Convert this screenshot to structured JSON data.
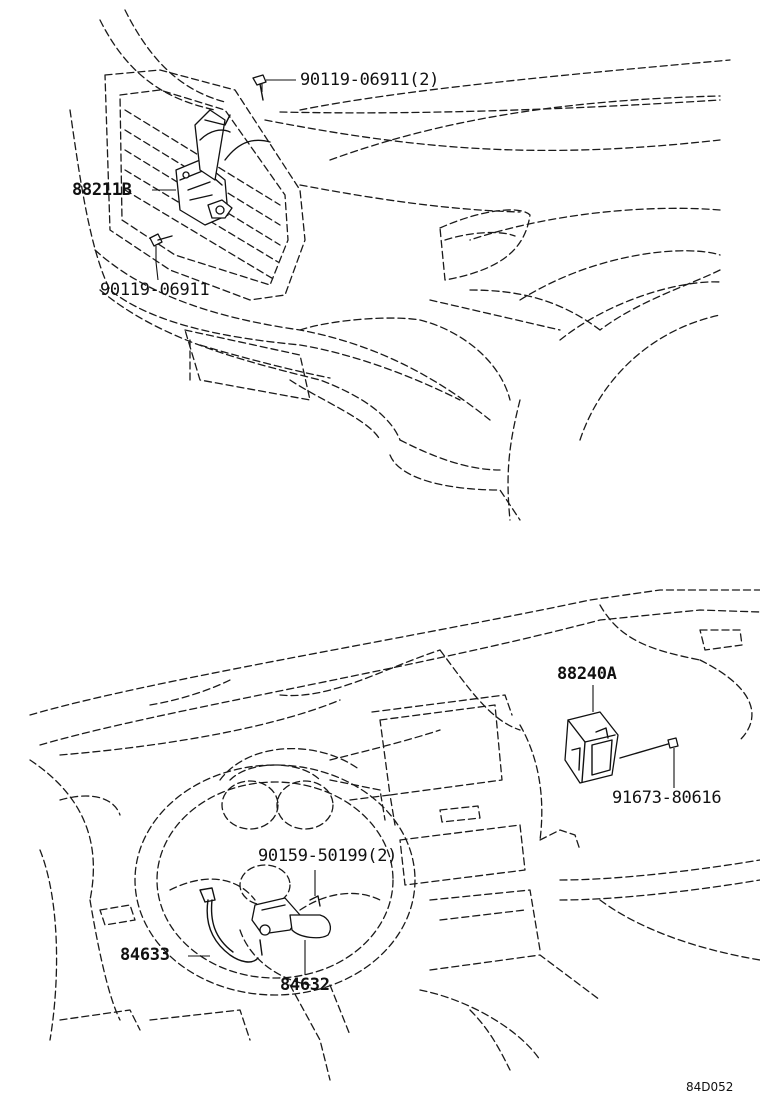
{
  "parts": {
    "bolt_top_radar": "90119-06911(2)",
    "radar_sensor": "88211B",
    "bolt_lower_radar": "90119-06911",
    "control_computer": "88240A",
    "bolt_computer": "91673-80616",
    "screw_steering_switch": "90159-50199(2)",
    "steering_harness": "84633",
    "steering_switch": "84632"
  },
  "diagram_ref": "84D052"
}
